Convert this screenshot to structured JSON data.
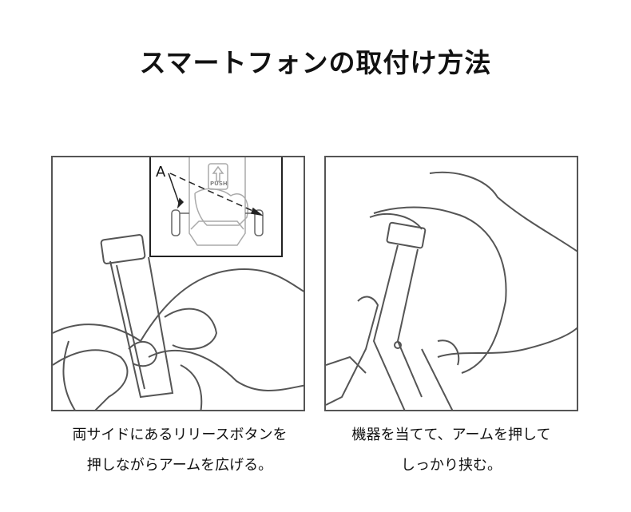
{
  "title": "スマートフォンの取付け方法",
  "panels": [
    {
      "inset": {
        "label": "A",
        "button_text": "PUSH"
      },
      "caption": [
        "両サイドにあるリリースボタンを",
        "押しながらアームを広げる。"
      ]
    },
    {
      "caption": [
        "機器を当てて、アームを押して",
        "しっかり挟む。"
      ]
    }
  ],
  "colors": {
    "line": "#555555",
    "inset_line": "#999999",
    "border": "#555555"
  }
}
